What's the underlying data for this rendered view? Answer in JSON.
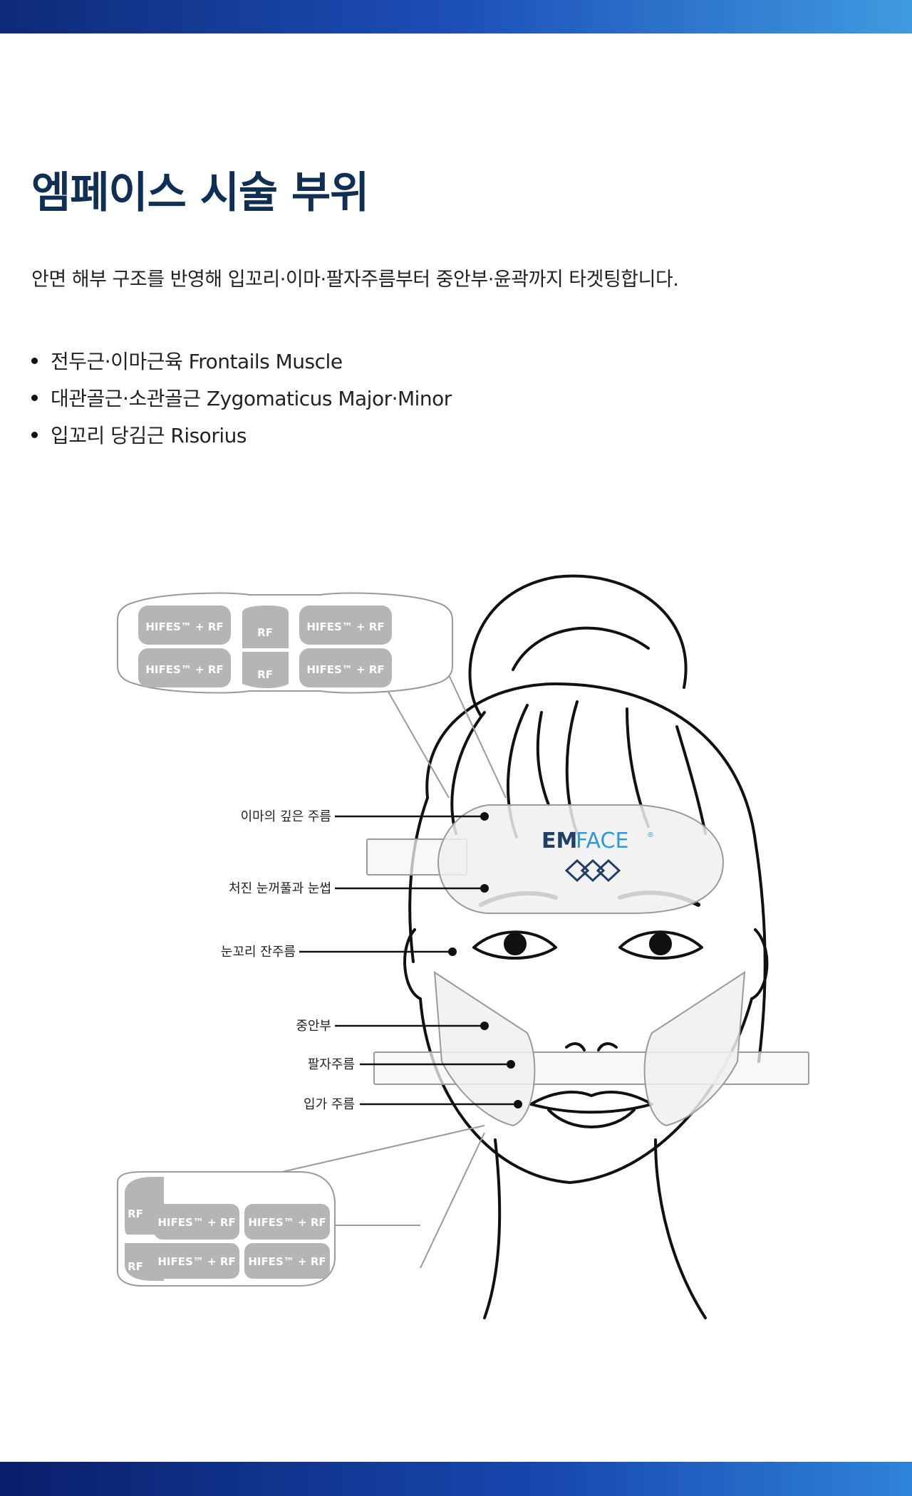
{
  "page": {
    "title": "엠페이스 시술 부위",
    "subtitle": "안면 해부 구조를 반영해 입꼬리·이마·팔자주름부터 중안부·윤곽까지 타겟팅합니다.",
    "bullets": [
      "전두근·이마근육 Frontails Muscle",
      "대관골근·소관골근 Zygomaticus Major·Minor",
      "입꼬리 당김근 Risorius"
    ]
  },
  "diagram": {
    "callouts": [
      "이마의 깊은 주름",
      "처진 눈꺼풀과 눈썹",
      "눈꼬리 잔주름",
      "중안부",
      "팔자주름",
      "입가 주름"
    ],
    "forehead_pad": {
      "cells": [
        "HIFES™ + RF",
        "RF",
        "HIFES™ + RF",
        "HIFES™ + RF",
        "RF",
        "HIFES™ + RF"
      ]
    },
    "cheek_pad": {
      "cells": [
        "RF",
        "HIFES™ + RF",
        "HIFES™ + RF",
        "RF",
        "HIFES™ + RF",
        "HIFES™ + RF"
      ]
    },
    "logo": {
      "brand_em": "EM",
      "brand_face": "FACE",
      "reg": "®"
    },
    "colors": {
      "pad_fill": "#b5b5b5",
      "pad_border": "#9a9a9a",
      "logo_dark": "#1f3f66",
      "logo_light": "#2e9ad6"
    }
  },
  "theme": {
    "top_bar": "#1c4fb8",
    "bottom_bar": "#1748b0",
    "title_color": "#0f2f55"
  }
}
